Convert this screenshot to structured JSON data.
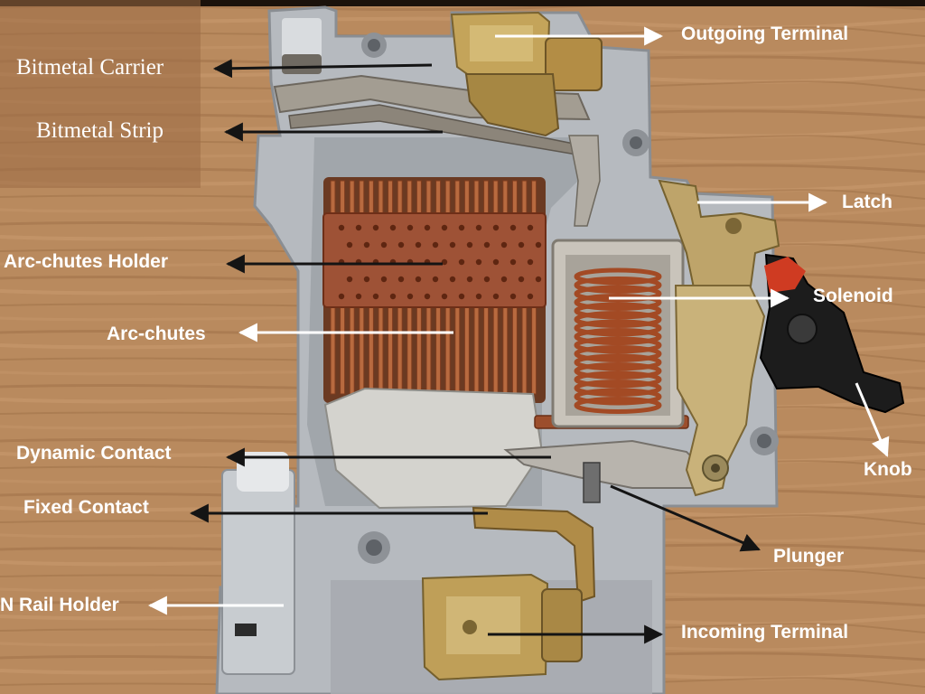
{
  "labels": {
    "bitmetal_carrier": "Bitmetal Carrier",
    "bitmetal_strip": "Bitmetal Strip",
    "arc_chutes_holder": "Arc-chutes Holder",
    "arc_chutes": "Arc-chutes",
    "dynamic_contact": "Dynamic Contact",
    "fixed_contact": "Fixed Contact",
    "din_rail_holder": "N Rail Holder",
    "outgoing_terminal": "Outgoing Terminal",
    "latch": "Latch",
    "solenoid": "Solenoid",
    "knob": "Knob",
    "plunger": "Plunger",
    "incoming_terminal": "Incoming Terminal"
  },
  "colors": {
    "wood": "#b98a5e",
    "casing": "#b9bdc2",
    "copper": "#9c4e2c",
    "brass": "#c7a55a",
    "knob": "#1c1c1c",
    "arrow_dark": "#141414",
    "arrow_light": "#ffffff"
  }
}
